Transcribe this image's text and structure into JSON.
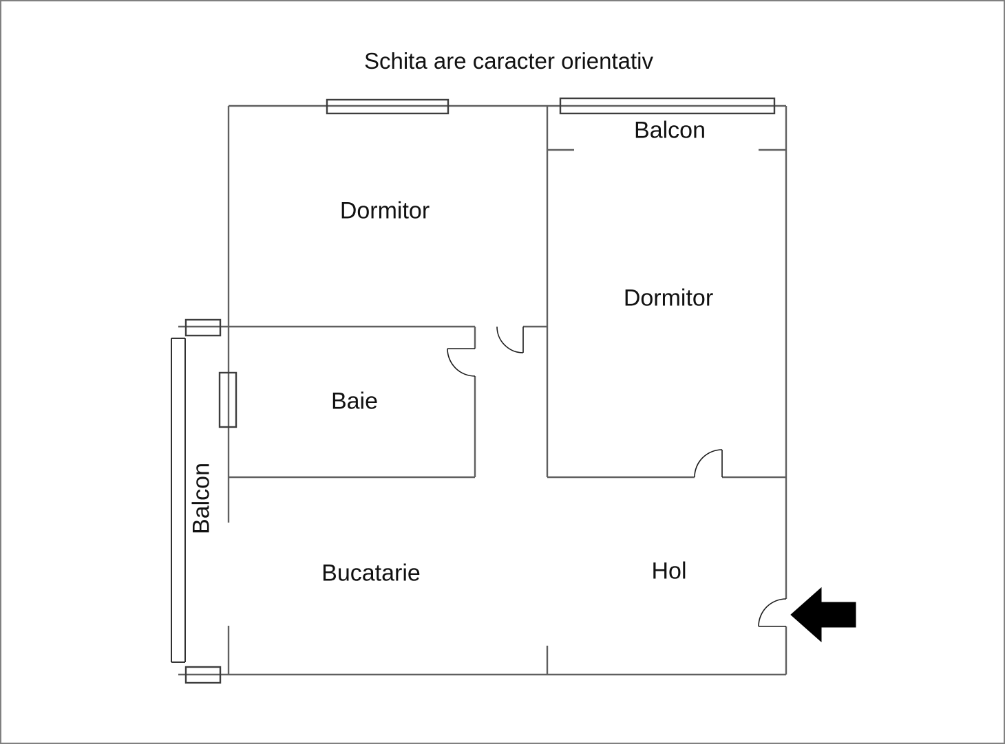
{
  "title": "Schita are caracter orientativ",
  "rooms": {
    "dormitor_left": "Dormitor",
    "dormitor_right": "Dormitor",
    "balcon_top": "Balcon",
    "balcon_left": "Balcon",
    "baie": "Baie",
    "bucatarie": "Bucatarie",
    "hol": "Hol"
  },
  "colors": {
    "wall": "#5f5f5f",
    "door": "#1a1a1a",
    "text": "#111111",
    "background": "#ffffff",
    "arrow": "#000000",
    "border": "#808080"
  }
}
